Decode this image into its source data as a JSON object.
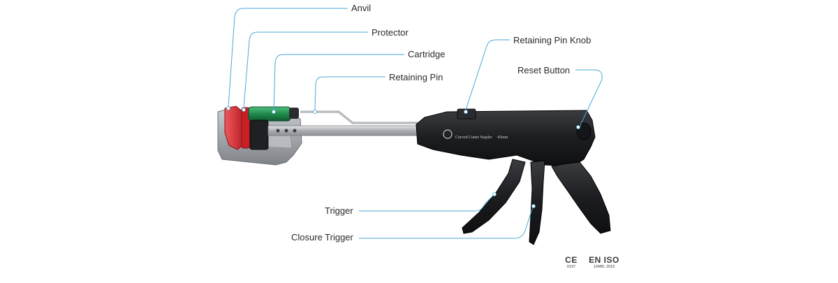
{
  "labels": {
    "anvil": "Anvil",
    "protector": "Protector",
    "cartridge": "Cartridge",
    "retaining_pin": "Retaining Pin",
    "retaining_pin_knob": "Retaining Pin Knob",
    "reset_button": "Reset Button",
    "trigger": "Trigger",
    "closure_trigger": "Closure Trigger"
  },
  "device": {
    "brand_text": "Curved Cutter Stapler",
    "size_text": "45mm"
  },
  "certifications": {
    "ce_mark": "CE",
    "ce_number": "0197",
    "en_iso": "EN ISO",
    "iso_number": "13485: 2016"
  },
  "colors": {
    "leader_line": "#4aa8d8",
    "body": "#1e1f22",
    "shaft": "#b9bcbf",
    "anvil_red": "#d9262b",
    "cartridge_green": "#1f8a4c",
    "jaw_base": "#9ea2a6"
  }
}
